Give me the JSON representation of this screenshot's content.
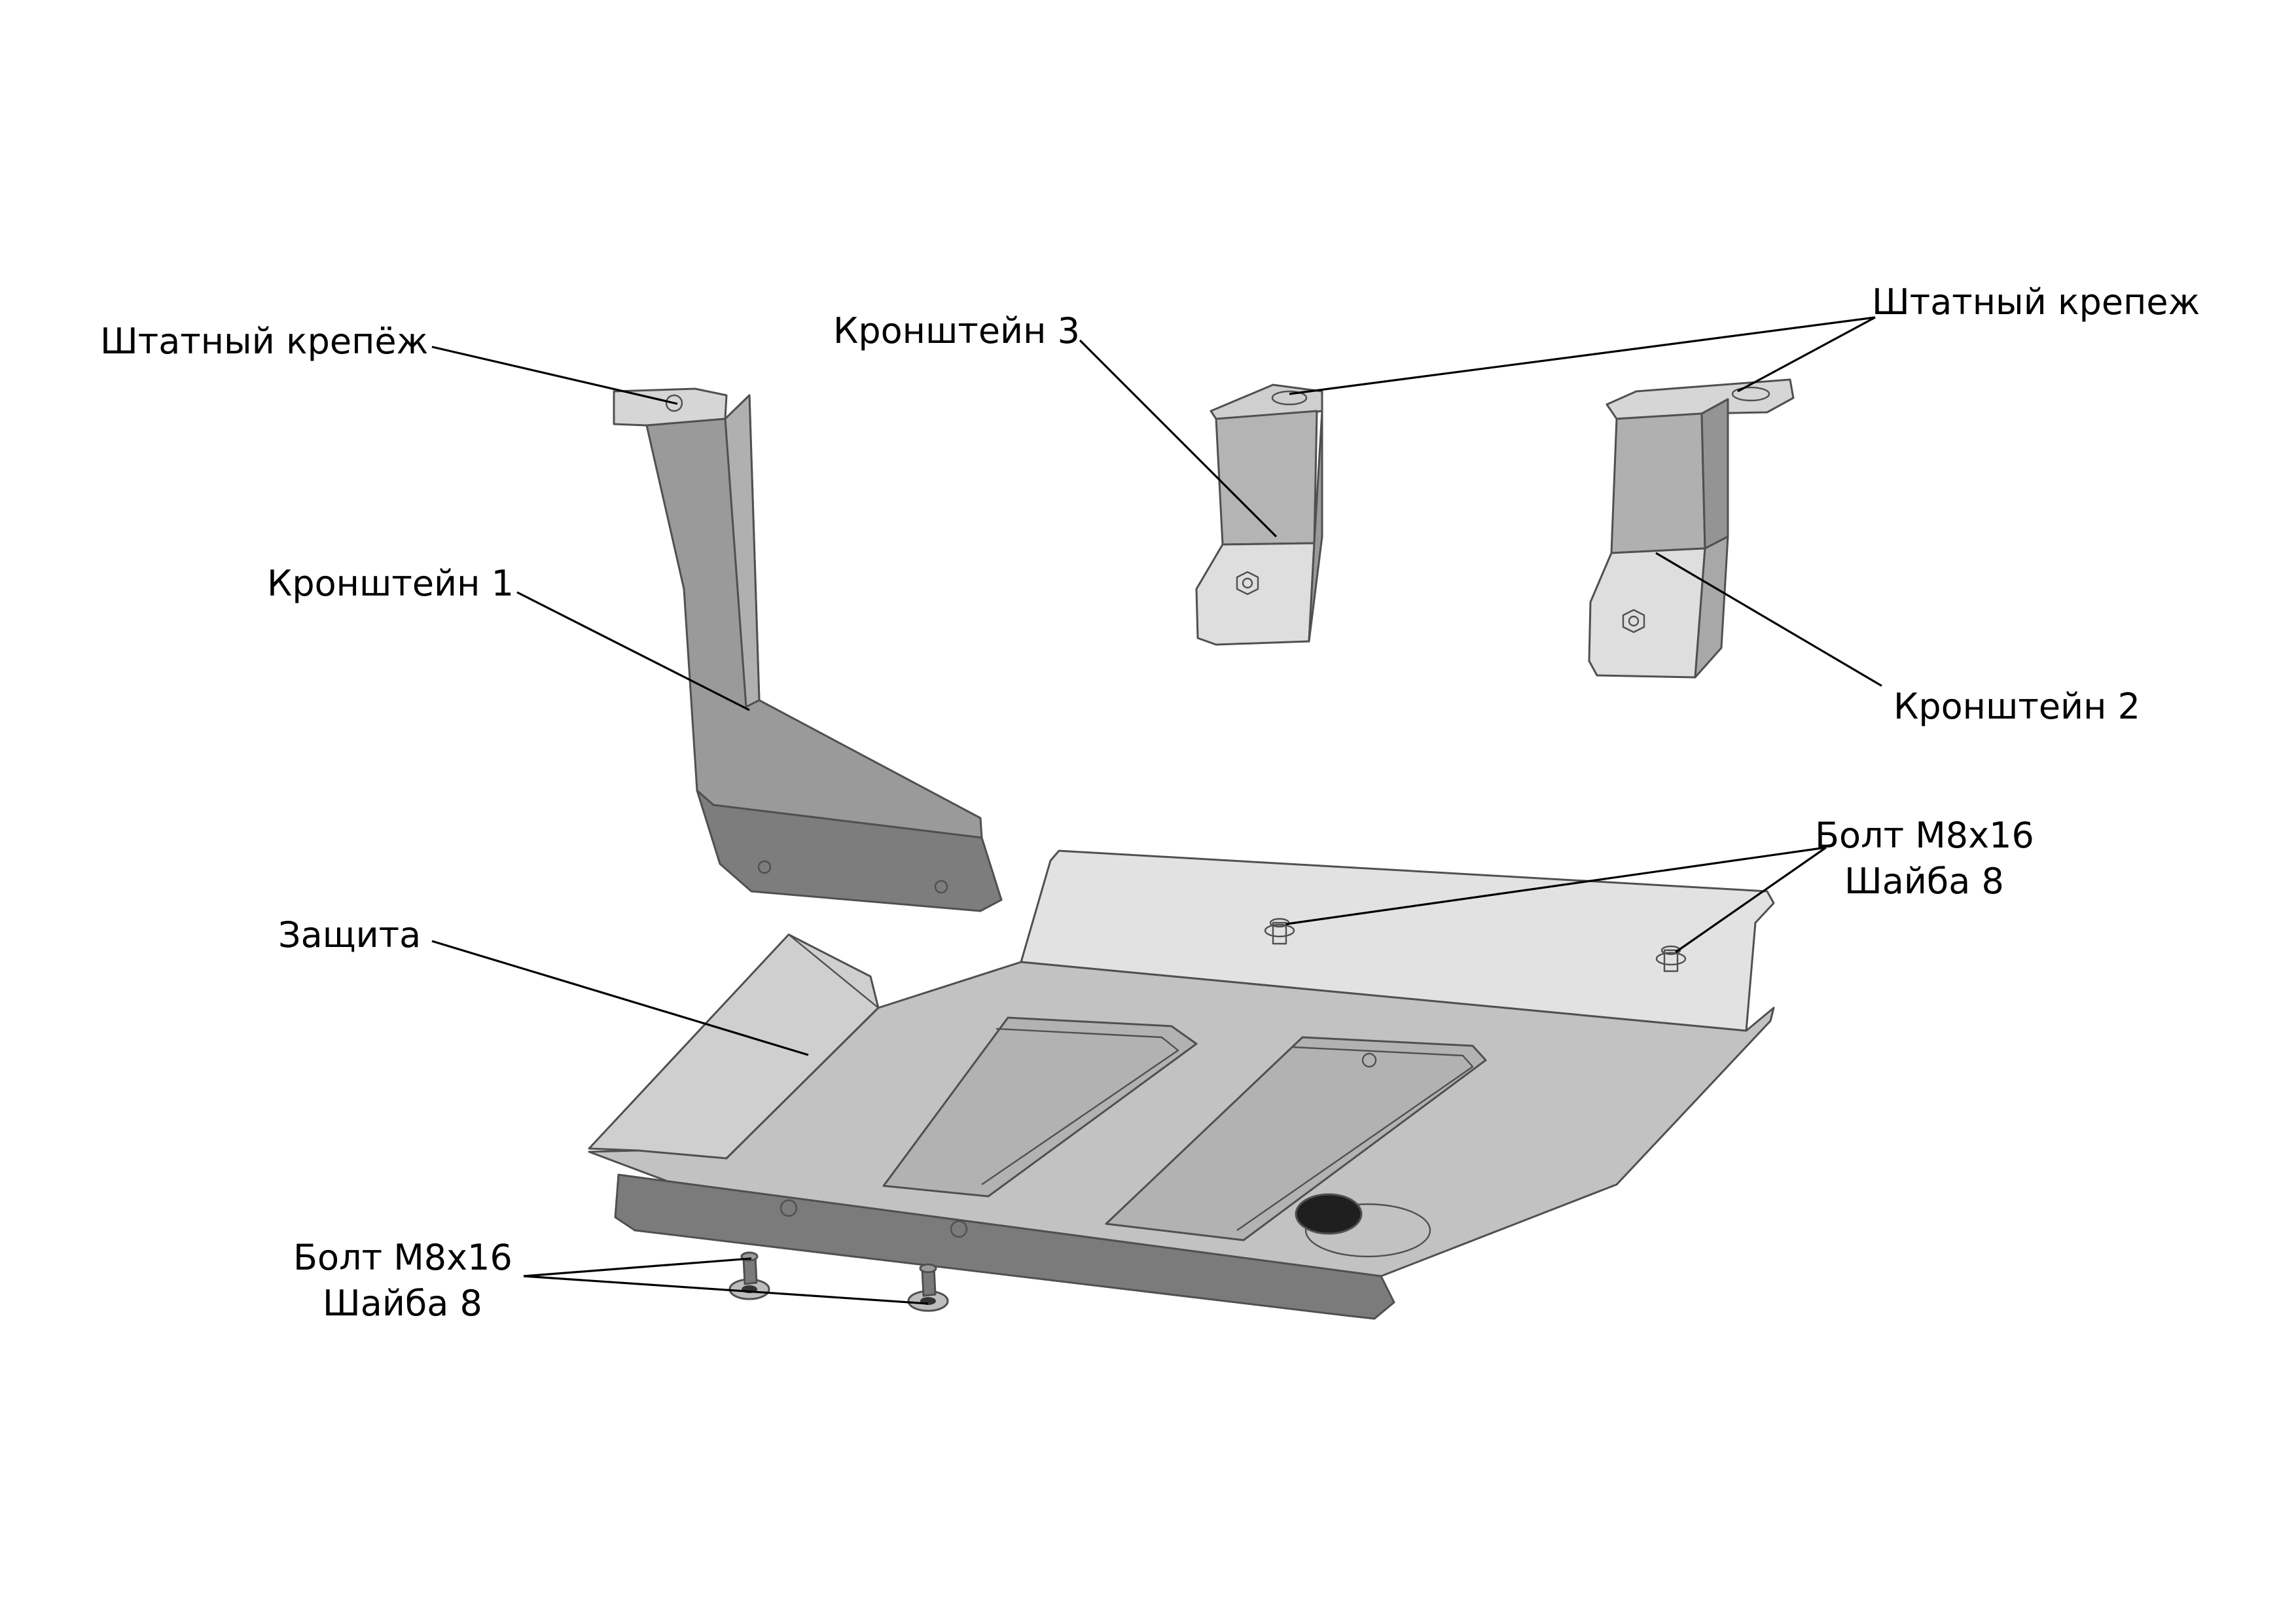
{
  "labels": {
    "fastener_left": "Штатный крепёж",
    "bracket_3": "Кронштейн 3",
    "fastener_right": "Штатный крепеж",
    "bracket_1": "Кронштейн 1",
    "bracket_2": "Кронштейн 2",
    "bolt_right_line1": "Болт М8х16",
    "bolt_right_line2": "Шайба 8",
    "guard": "Защита",
    "bolt_left_line1": "Болт М8х16",
    "bolt_left_line2": "Шайба 8"
  },
  "colors": {
    "panel_dark": "#999999",
    "panel_mid": "#b9b9b9",
    "panel_light": "#d8d8d8",
    "panel_lighter": "#e6e6e6",
    "edge": "#505050",
    "leader": "#000000"
  }
}
